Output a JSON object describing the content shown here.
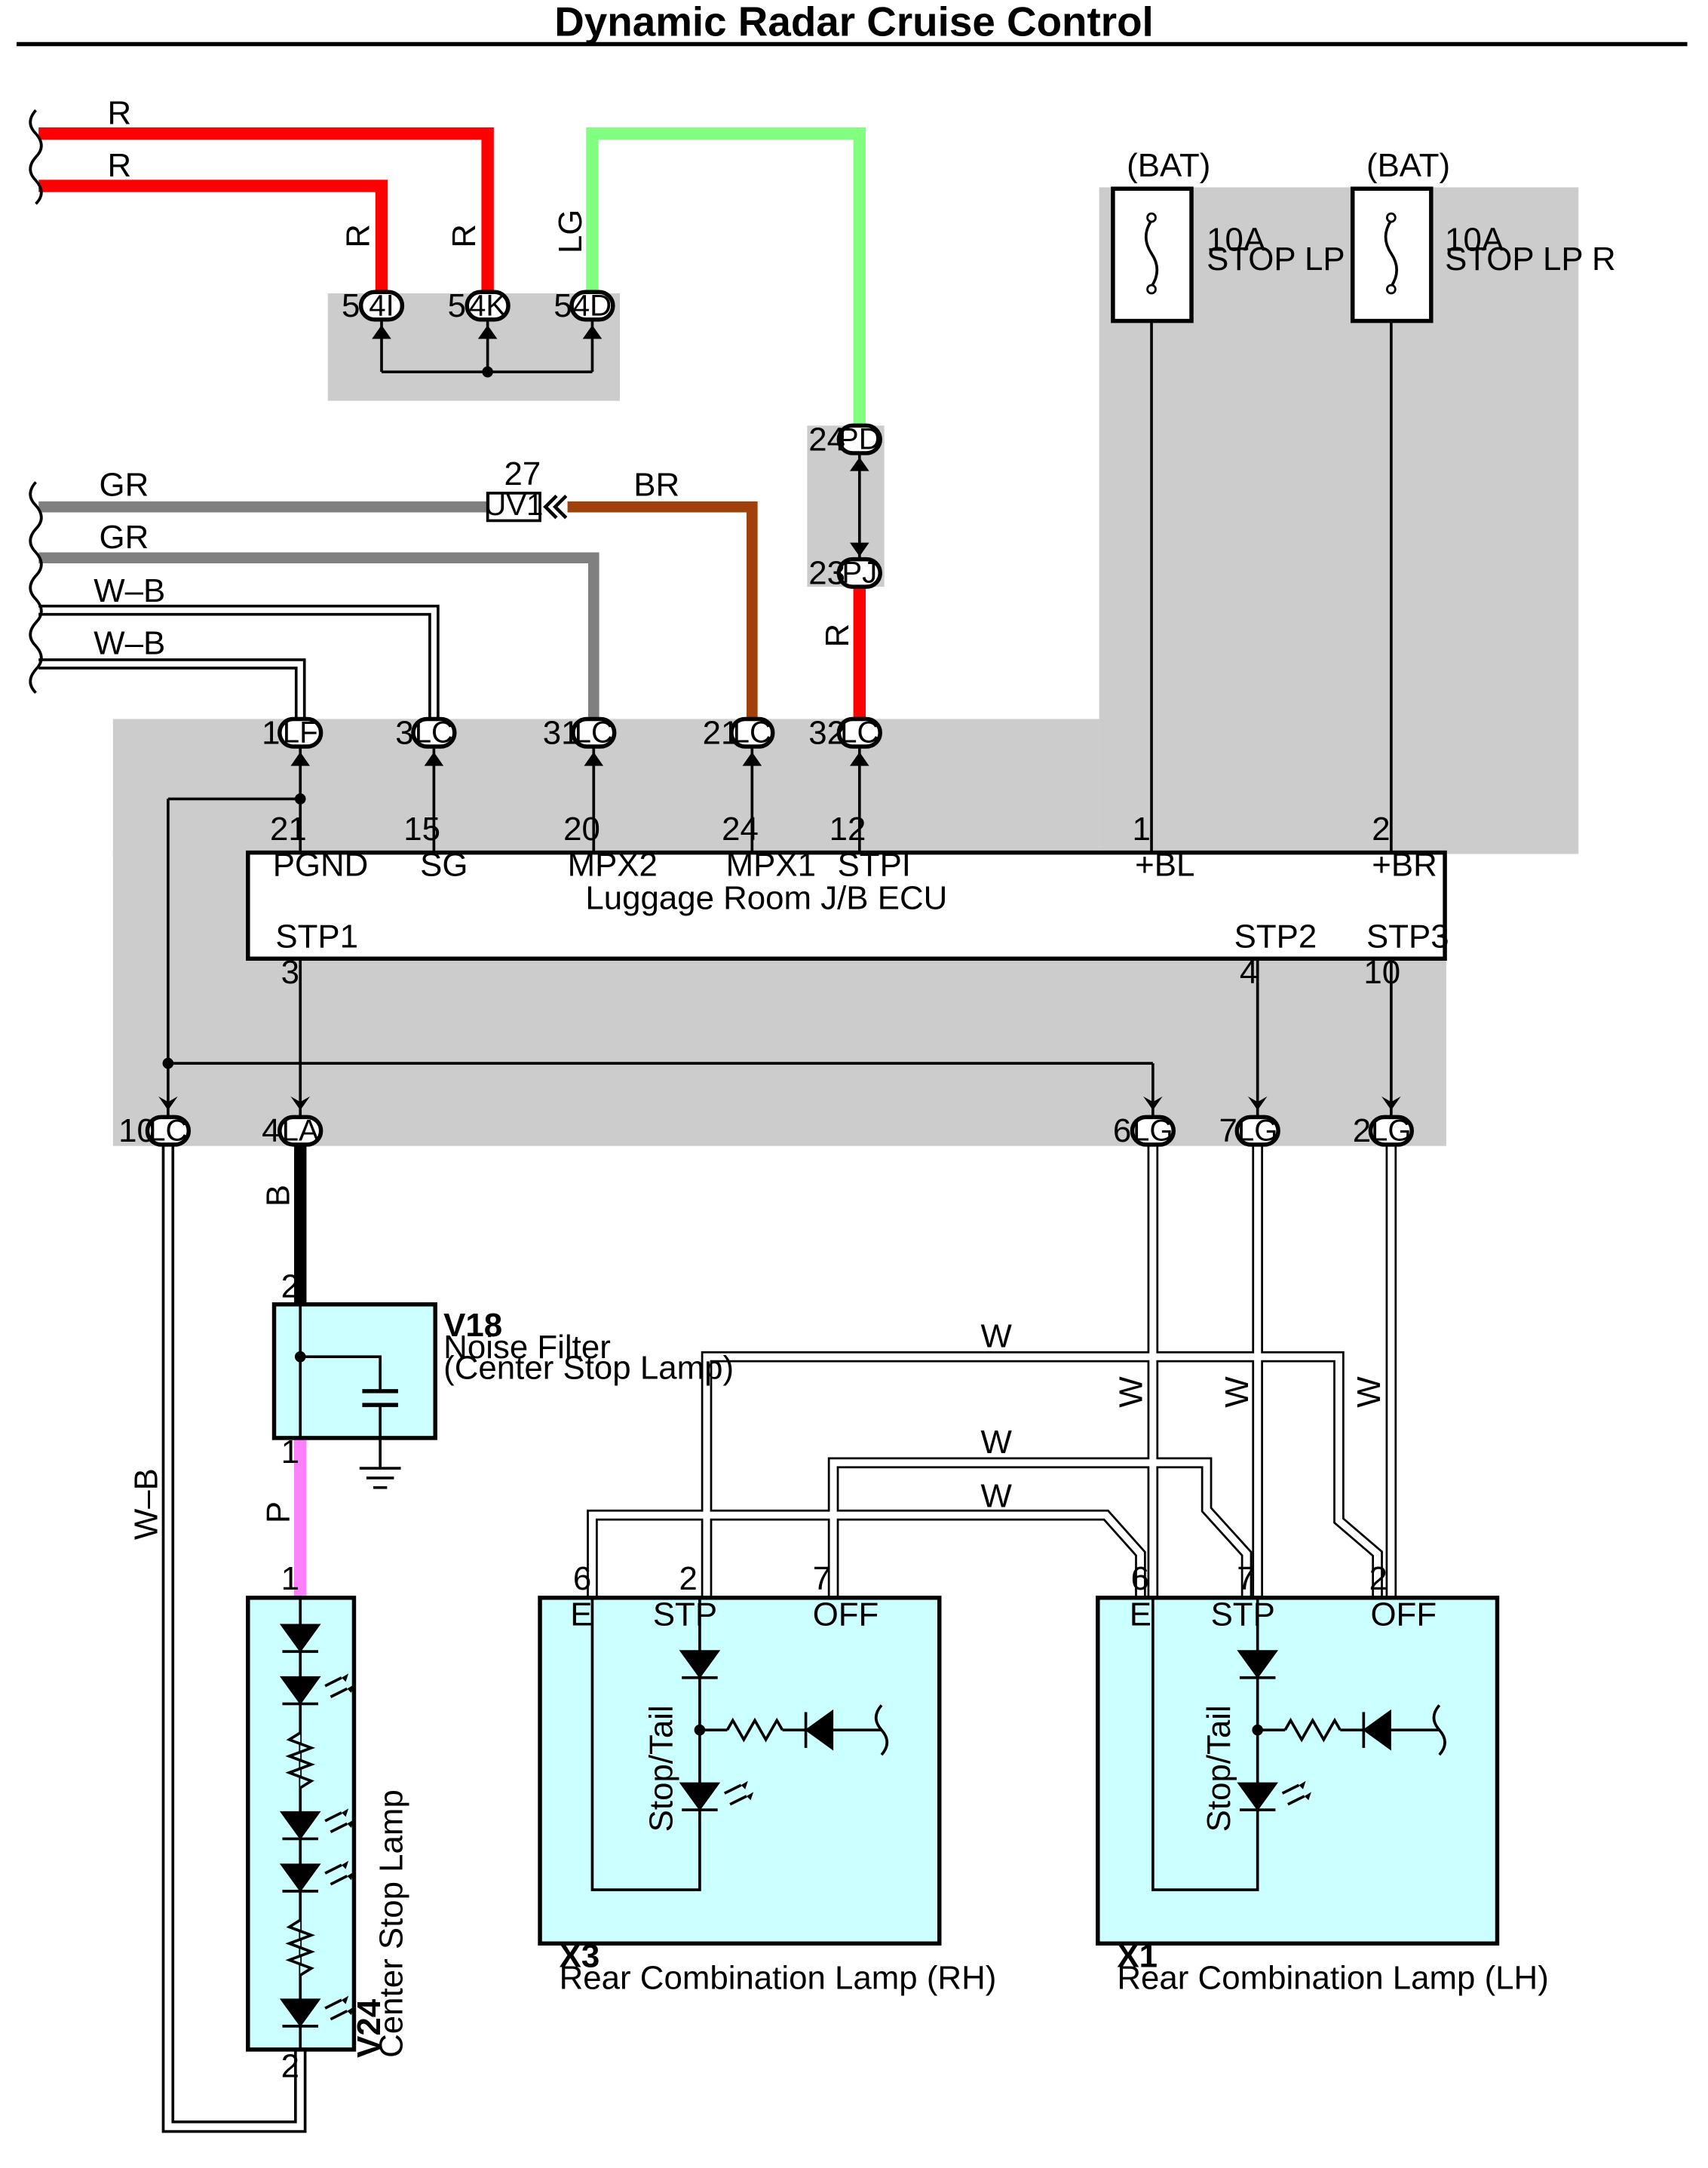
{
  "title": "Dynamic Radar Cruise Control",
  "wire_colors": {
    "red": "#ff0000",
    "light_green": "#80ff80",
    "gray": "#808080",
    "brown": "#a0400a",
    "black": "#000000",
    "pink": "#ff80ff",
    "shade": "#cccccc",
    "component_fill": "#ccffff"
  },
  "wire_labels": {
    "r_top1": "R",
    "r_top2": "R",
    "r_v1": "R",
    "r_v2": "R",
    "lg_v": "LG",
    "gr1": "GR",
    "gr2": "GR",
    "wb1": "W–B",
    "wb2": "W–B",
    "br": "BR",
    "r_pj": "R",
    "b_la": "B",
    "p_v18": "P",
    "wb_left": "W–B",
    "w_h1": "W",
    "w_h2": "W",
    "w_h3": "W",
    "w_v1": "W",
    "w_v2": "W",
    "w_v3": "W"
  },
  "junction_top": {
    "connectors": [
      {
        "pin": "5",
        "code": "4I"
      },
      {
        "pin": "5",
        "code": "4K"
      },
      {
        "pin": "5",
        "code": "4D"
      }
    ]
  },
  "inline_connectors": {
    "pd": {
      "pin": "24",
      "code": "PD"
    },
    "pj": {
      "pin": "23",
      "code": "PJ"
    },
    "uv1": {
      "pin": "27",
      "code": "UV1"
    }
  },
  "fuses": [
    {
      "source": "(BAT)",
      "rating": "10A",
      "name": "STOP LP L"
    },
    {
      "source": "(BAT)",
      "rating": "10A",
      "name": "STOP LP R"
    }
  ],
  "ecu": {
    "name": "Luggage Room J/B ECU",
    "top_connectors": [
      {
        "pin": "1",
        "code": "LF"
      },
      {
        "pin": "3",
        "code": "LC"
      },
      {
        "pin": "31",
        "code": "LC"
      },
      {
        "pin": "21",
        "code": "LC"
      },
      {
        "pin": "32",
        "code": "LC"
      }
    ],
    "top_terminals": [
      {
        "pin": "21",
        "name": "PGND"
      },
      {
        "pin": "15",
        "name": "SG"
      },
      {
        "pin": "20",
        "name": "MPX2"
      },
      {
        "pin": "24",
        "name": "MPX1"
      },
      {
        "pin": "12",
        "name": "STPI"
      },
      {
        "pin": "1",
        "name": "+BL"
      },
      {
        "pin": "2",
        "name": "+BR"
      }
    ],
    "bottom_terminals": [
      {
        "pin": "3",
        "name": "STP1"
      },
      {
        "pin": "4",
        "name": "STP2"
      },
      {
        "pin": "10",
        "name": "STP3"
      }
    ],
    "bottom_connectors": [
      {
        "pin": "10",
        "code": "LC"
      },
      {
        "pin": "4",
        "code": "LA"
      },
      {
        "pin": "6",
        "code": "LG"
      },
      {
        "pin": "7",
        "code": "LG"
      },
      {
        "pin": "2",
        "code": "LG"
      }
    ]
  },
  "v18": {
    "id": "V18",
    "name": "Noise Filter",
    "sub": "(Center Stop Lamp)",
    "pin_top": "2",
    "pin_bottom": "1"
  },
  "v24": {
    "id": "V24",
    "name": "Center Stop Lamp",
    "pin_top": "1",
    "pin_bottom": "2"
  },
  "x3": {
    "id": "X3",
    "name": "Rear Combination Lamp (RH)",
    "pins": [
      "6",
      "2",
      "7"
    ],
    "terminals": [
      "E",
      "STP",
      "OFF"
    ],
    "inner": "Stop/Tail"
  },
  "x1": {
    "id": "X1",
    "name": "Rear Combination Lamp (LH)",
    "pins": [
      "6",
      "7",
      "2"
    ],
    "terminals": [
      "E",
      "STP",
      "OFF"
    ],
    "inner": "Stop/Tail"
  }
}
